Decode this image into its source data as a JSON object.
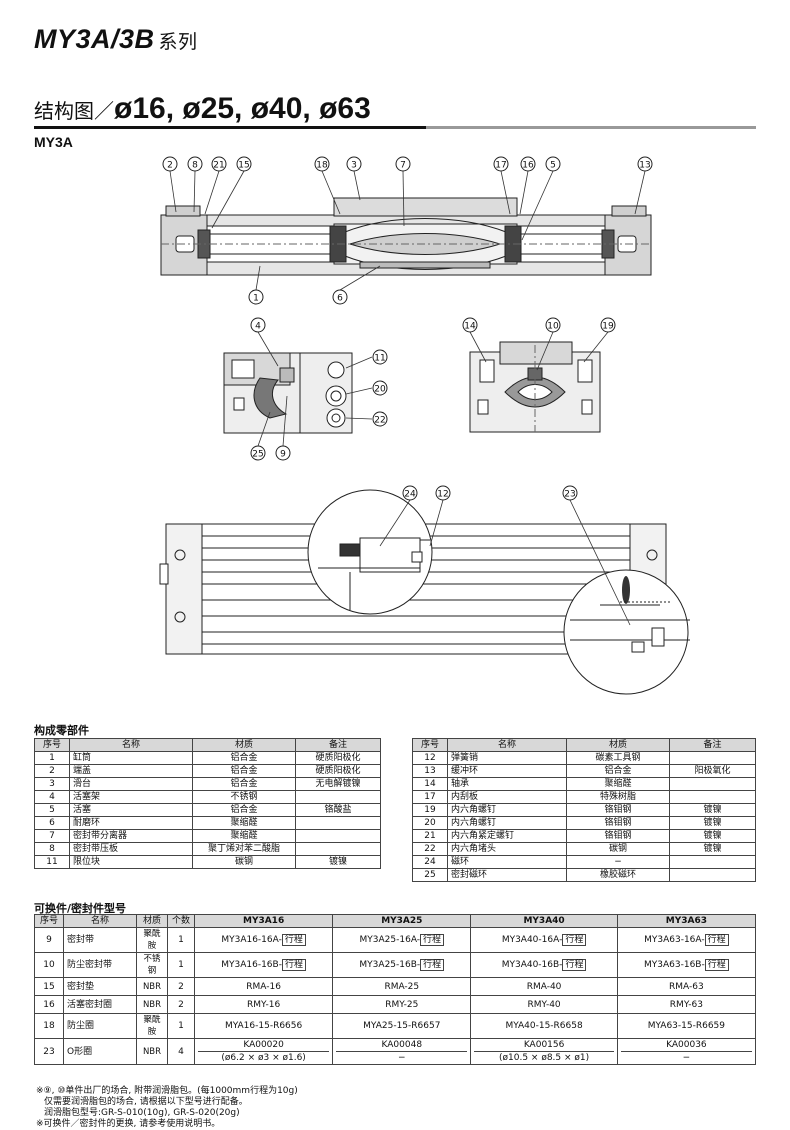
{
  "header": {
    "series_name": "MY3A/3B",
    "series_suffix": "系列",
    "section_title_prefix": "结构图／",
    "section_title_sizes": "ø16, ø25, ø40, ø63",
    "model": "MY3A"
  },
  "callouts": {
    "c1": "1",
    "c2": "2",
    "c3": "3",
    "c4": "4",
    "c5": "5",
    "c6": "6",
    "c7": "7",
    "c8": "8",
    "c9": "9",
    "c10": "10",
    "c11": "11",
    "c12": "12",
    "c13": "13",
    "c14": "14",
    "c15": "15",
    "c16": "16",
    "c17": "17",
    "c18": "18",
    "c19": "19",
    "c20": "20",
    "c21": "21",
    "c22": "22",
    "c23": "23",
    "c24": "24",
    "c25": "25"
  },
  "parts": {
    "heading": "构成零部件",
    "col_no": "序号",
    "col_name": "名称",
    "col_material": "材质",
    "col_note": "备注",
    "left": [
      {
        "no": "1",
        "name": "缸筒",
        "material": "铝合金",
        "note": "硬质阳极化"
      },
      {
        "no": "2",
        "name": "端盖",
        "material": "铝合金",
        "note": "硬质阳极化"
      },
      {
        "no": "3",
        "name": "滑台",
        "material": "铝合金",
        "note": "无电解镀镍"
      },
      {
        "no": "4",
        "name": "活塞架",
        "material": "不锈钢",
        "note": ""
      },
      {
        "no": "5",
        "name": "活塞",
        "material": "铝合金",
        "note": "铬酸盐"
      },
      {
        "no": "6",
        "name": "耐磨环",
        "material": "聚缩醛",
        "note": ""
      },
      {
        "no": "7",
        "name": "密封带分离器",
        "material": "聚缩醛",
        "note": ""
      },
      {
        "no": "8",
        "name": "密封带压板",
        "material": "聚丁烯对苯二酸脂",
        "note": ""
      },
      {
        "no": "11",
        "name": "限位块",
        "material": "碳钢",
        "note": "镀镍"
      }
    ],
    "right": [
      {
        "no": "12",
        "name": "弹簧销",
        "material": "碳素工具钢",
        "note": ""
      },
      {
        "no": "13",
        "name": "缓冲环",
        "material": "铝合金",
        "note": "阳极氧化"
      },
      {
        "no": "14",
        "name": "轴承",
        "material": "聚缩醛",
        "note": ""
      },
      {
        "no": "17",
        "name": "内刮板",
        "material": "特殊树脂",
        "note": ""
      },
      {
        "no": "19",
        "name": "内六角螺钉",
        "material": "铬钼钢",
        "note": "镀镍"
      },
      {
        "no": "20",
        "name": "内六角螺钉",
        "material": "铬钼钢",
        "note": "镀镍"
      },
      {
        "no": "21",
        "name": "内六角紧定螺钉",
        "material": "铬钼钢",
        "note": "镀镍"
      },
      {
        "no": "22",
        "name": "内六角堵头",
        "material": "碳钢",
        "note": "镀镍"
      },
      {
        "no": "24",
        "name": "磁环",
        "material": "−",
        "note": ""
      },
      {
        "no": "25",
        "name": "密封磁环",
        "material": "橡胶磁环",
        "note": ""
      }
    ]
  },
  "replacement": {
    "heading": "可换件/密封件型号",
    "col_no": "序号",
    "col_name": "名称",
    "col_material": "材质",
    "col_qty": "个数",
    "models": [
      "MY3A16",
      "MY3A25",
      "MY3A40",
      "MY3A63"
    ],
    "stroke_box": "行程",
    "rows": [
      {
        "no": "9",
        "name": "密封带",
        "material": "聚酰胺",
        "qty": "1",
        "prefixes": [
          "MY3A16-16A-",
          "MY3A25-16A-",
          "MY3A40-16A-",
          "MY3A63-16A-"
        ]
      },
      {
        "no": "10",
        "name": "防尘密封带",
        "material": "不锈钢",
        "qty": "1",
        "prefixes": [
          "MY3A16-16B-",
          "MY3A25-16B-",
          "MY3A40-16B-",
          "MY3A63-16B-"
        ]
      },
      {
        "no": "15",
        "name": "密封垫",
        "material": "NBR",
        "qty": "2",
        "values": [
          "RMA-16",
          "RMA-25",
          "RMA-40",
          "RMA-63"
        ]
      },
      {
        "no": "16",
        "name": "活塞密封圈",
        "material": "NBR",
        "qty": "2",
        "values": [
          "RMY-16",
          "RMY-25",
          "RMY-40",
          "RMY-63"
        ]
      },
      {
        "no": "18",
        "name": "防尘圈",
        "material": "聚酰胺",
        "qty": "1",
        "values": [
          "MYA16-15-R6656",
          "MYA25-15-R6657",
          "MYA40-15-R6658",
          "MYA63-15-R6659"
        ]
      },
      {
        "no": "23",
        "name": "O形圈",
        "material": "NBR",
        "qty": "4",
        "values": [
          "KA00020",
          "KA00048",
          "KA00156",
          "KA00036"
        ],
        "subvalues": [
          "(ø6.2 × ø3 × ø1.6)",
          "−",
          "(ø10.5 × ø8.5 × ø1)",
          "−"
        ]
      }
    ]
  },
  "notes": [
    "※⑨, ⑩单件出厂的场合, 附带润滑脂包。(每1000mm行程为10g)",
    "仅需要润滑脂包的场合, 请根据以下型号进行配备。",
    "润滑脂包型号:GR-S-010(10g), GR-S-020(20g)",
    "※可换件／密封件的更换, 请参考使用说明书。"
  ]
}
